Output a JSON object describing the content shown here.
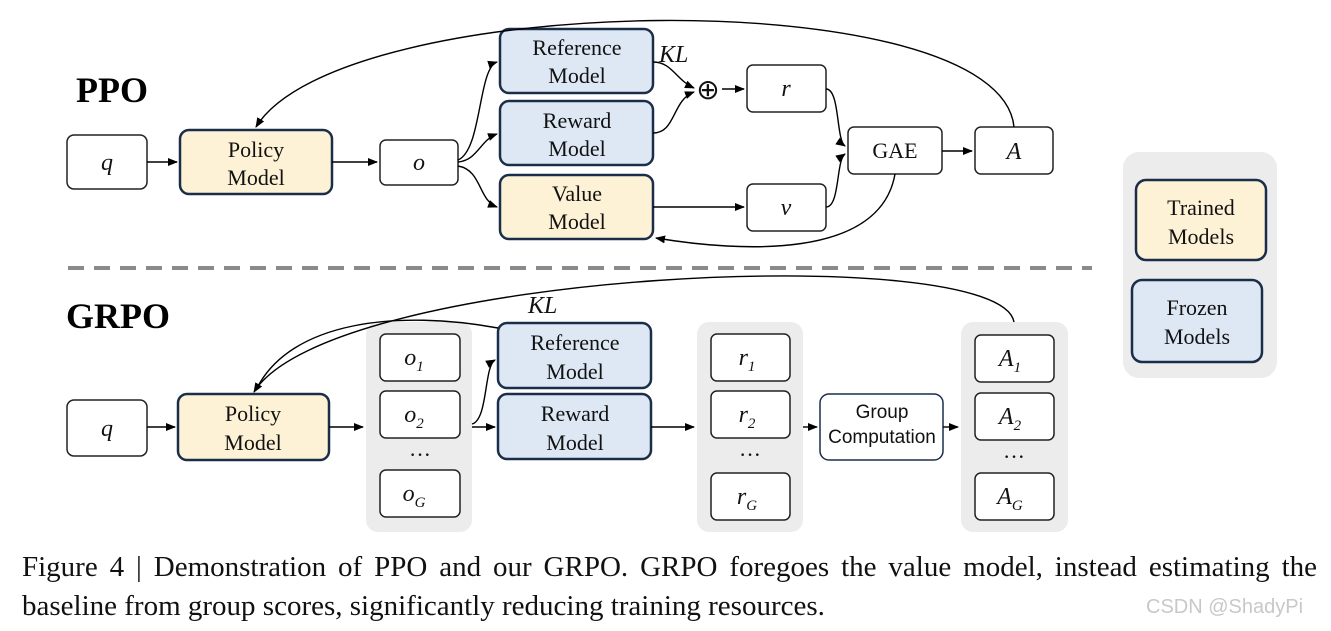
{
  "sections": {
    "ppo": "PPO",
    "grpo": "GRPO"
  },
  "labels": {
    "q": "q",
    "policy": [
      "Policy",
      "Model"
    ],
    "reference": [
      "Reference",
      "Model"
    ],
    "reward": [
      "Reward",
      "Model"
    ],
    "value": [
      "Value",
      "Model"
    ],
    "o": "o",
    "r": "r",
    "v": "v",
    "gae": "GAE",
    "A": "A",
    "kl": "KL",
    "oplus": "⊕",
    "dots": "···",
    "group_computation": [
      "Group",
      "Computation"
    ],
    "sub_1": "1",
    "sub_2": "2",
    "sub_G": "G"
  },
  "legend": {
    "trained": [
      "Trained",
      "Models"
    ],
    "frozen": [
      "Frozen",
      "Models"
    ]
  },
  "colors": {
    "trained_fill": "#fdf2d5",
    "frozen_fill": "#dde8f4",
    "box_border": "#1a2e4a",
    "group_bg": "#ececec",
    "dashed_line": "#8a8a8a"
  },
  "caption": "Figure 4 | Demonstration of PPO and our GRPO. GRPO foregoes the value model, instead estimating the baseline from group scores, significantly reducing training resources.",
  "watermark": "CSDN @ShadyPi"
}
